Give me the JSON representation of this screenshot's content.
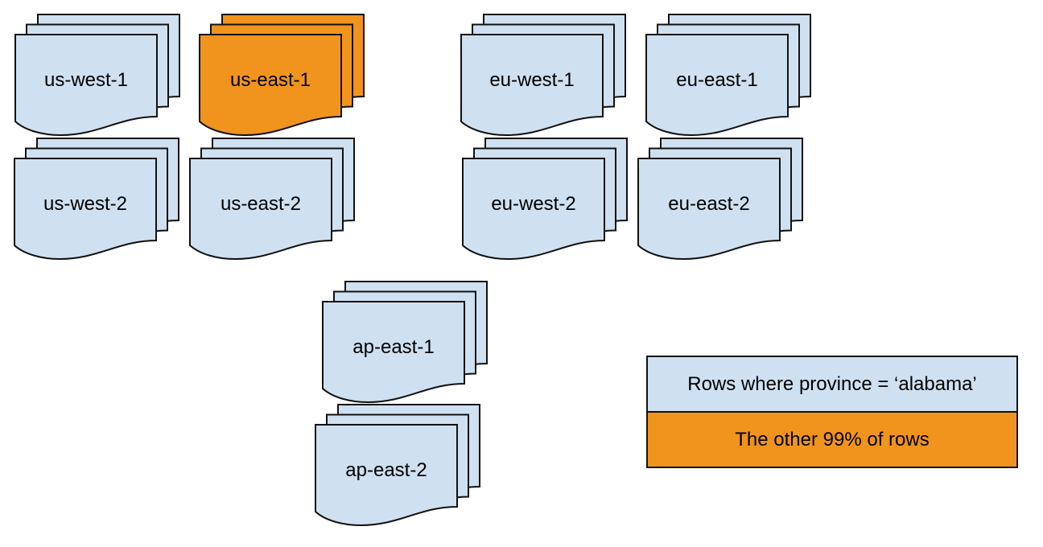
{
  "diagram": {
    "description": "Document stacks representing database regions; one region highlighted",
    "colors": {
      "region_fill": "#cfe0f1",
      "highlight_fill": "#f0941e",
      "outline": "#111111"
    },
    "stacks": [
      {
        "id": "us-west-1",
        "label": "us-west-1",
        "highlighted": false
      },
      {
        "id": "us-east-1",
        "label": "us-east-1",
        "highlighted": true
      },
      {
        "id": "eu-west-1",
        "label": "eu-west-1",
        "highlighted": false
      },
      {
        "id": "eu-east-1",
        "label": "eu-east-1",
        "highlighted": false
      },
      {
        "id": "us-west-2",
        "label": "us-west-2",
        "highlighted": false
      },
      {
        "id": "us-east-2",
        "label": "us-east-2",
        "highlighted": false
      },
      {
        "id": "eu-west-2",
        "label": "eu-west-2",
        "highlighted": false
      },
      {
        "id": "eu-east-2",
        "label": "eu-east-2",
        "highlighted": false
      },
      {
        "id": "ap-east-1",
        "label": "ap-east-1",
        "highlighted": false
      },
      {
        "id": "ap-east-2",
        "label": "ap-east-2",
        "highlighted": false
      }
    ],
    "legend": {
      "items": [
        {
          "label": "Rows where province = ‘alabama’",
          "color": "#cfe0f1"
        },
        {
          "label": "The other 99% of rows",
          "color": "#f0941e"
        }
      ]
    }
  }
}
